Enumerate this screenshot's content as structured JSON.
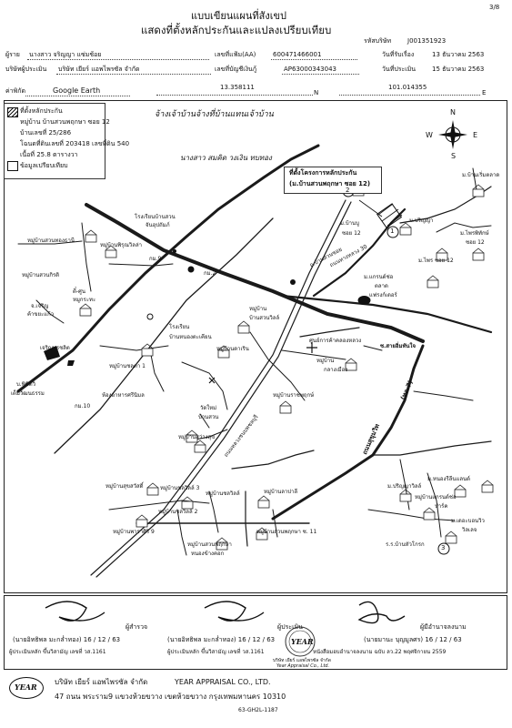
{
  "header": {
    "page_no": "3/8",
    "title_line1": "แบบเขียนแผนที่สังเขป",
    "title_line2": "แสดงที่ตั้งหลักประกันและแปลงเปรียบเทียบ",
    "company_code_label": "รหัสบริษัท",
    "company_code": "J001351923",
    "borrower_label": "ผู้ราย",
    "borrower": "นางสาว จริญญา แซ่มช้อย",
    "file_no_label": "เลขที่แฟ้ม(AA)",
    "file_no": "600471466001",
    "receive_date_label": "วันที่รับเรื่อง",
    "receive_date": "13 ธันวาคม 2563",
    "appraiser_label": "บริษัทผู้ประเมิน",
    "appraiser": "บริษัท เยียร์ แอพไพรซัล จำกัด",
    "account_no_label": "เลขที่บัญชีเงินกู้",
    "account_no": "AP63000343043",
    "appraise_date_label": "วันที่ประเมิน",
    "appraise_date": "15 ธันวาคม 2563"
  },
  "coords": {
    "source_prefix": "ค่าพิกัด",
    "source": "Google Earth",
    "lat": "13.358111",
    "lat_dir": "N",
    "lon": "101.014355",
    "lon_dir": "E"
  },
  "legend": {
    "collateral_label": "ที่ตั้งหลักประกัน",
    "village": "หมู่บ้าน บ้านสวนพฤกษา ซอย 12",
    "house_no": "บ้านเลขที่ 25/286",
    "deed": "โฉนดที่ดินเลขที่ 203418 เลขที่ดิน 540",
    "area": "เนื้อที่ 25.8 ตารางวา",
    "compare_label": "ข้อมูลเปรียบเทียบ"
  },
  "map": {
    "handwritten_note": "จ้างเจ้าบ้านจ้างที่บ้านแทนเจ้าบ้าน",
    "handwritten_owner": "นางสาว สมคิด วงเงิน  ทบทอง",
    "callout_line1": "ที่ตั้งโครงการหลักประกัน",
    "callout_line2": "(ม.บ้านสวนพฤกษา ซอย 12)",
    "labels": {
      "school": "โรงเรียนบ้านสวน",
      "school2": "จันอุปถัมภ์",
      "km9": "กม.9",
      "km2": "กม.2",
      "v_suanthong": "หมู่บ้านสวนทองธานี",
      "v_phirun": "หมู่บ้านพิรุณวิลล่า",
      "v_suankiri": "หมู่บ้านสวนกิรติ",
      "school_bansuan": "โรงเรียน",
      "school_bansuan2": "บ้านหนองตะเคียน",
      "v_baansuan": "หมู่บ้าน",
      "v_baansuan2": "บ้านสวนวิลล์",
      "v_kaew": "หมู่บ้านดาเริน",
      "v_saitip": "หมู่บ้านสวนพีร์",
      "saturday_market": "ศูนย์การค้าคลองหลวง",
      "v_rattana": "หมู่บ้านรัตนวิลล์",
      "v_kaewsuk": "หมู่บ้าน",
      "v_kaewsuk2": "กลางเมือง",
      "temple": "วัดใหม่",
      "temple2": "บ้านสวน",
      "v_sawangsuk": "หมู่บ้านสว่างสุข",
      "v_cholvilai": "หมู่บ้านชลวิลไล",
      "v_chonlada": "หมู่บ้านชลดา 1",
      "restaurant": "ห้องอาหารศรีนิมล",
      "ban_pitsanu": "บ.พิชิตวิ",
      "ban_pitsanu2": "เต็มวัฒนธรรม",
      "km10": "กม.10",
      "market_pritsana": "เจริญพรชลิต",
      "jcharoen": "จ.เจริญ",
      "jcharoen2": "ค้าขยะแก้ว",
      "somboon": "ตี๋-ศูน",
      "somboon2": "หมูกระทะ",
      "ban_chaimongkol": "บ้านชัยมงคล",
      "ban_puttachat": "ม.ปริญญา",
      "ban_paichet": "ม.ไพรพิทักษ์",
      "soi12": "ซอย 12",
      "v_pruksa": "ม.บ้านบู",
      "v_pruksa_num": "ซอย 12",
      "ban_phai": "ม.ไพร ซอย 12",
      "market_cheap": "ตลาด",
      "market_cheap2": "แฟรงก์เดอร์",
      "ban_ratchapruk": "ม.แกรนด์ช่อ",
      "road_sukhumvit": "ถ.บ้านสวนซอย",
      "road_sai": "ถนนทางหลวง 30",
      "sai_ichthai": "ซ.สายอิ่มทันใจ",
      "road_main": "ถนนสุขุมวิท",
      "road_main_no": "(ทล.7)",
      "road_local": "ถนนหลวงชนบทชลบุรี",
      "v_rachapruk": "หมู่บ้านราชพฤกษ์",
      "v_suksawat": "หมู่บ้านสุขสวัสดิ์",
      "v_chonlada3": "หมู่บ้านชลวิลล์ 3",
      "v_chonlada_b": "หมู่บ้านชลวิลล์",
      "v_palapadee": "หมู่บ้านลาปาลี",
      "v_maneesri": "หมู่บ้านพาราศิริ 9",
      "v_suanpruksa11": "หมู่บ้านสวนพฤกษา ซ. 11",
      "v_suanpruksa_b": "หมู่บ้านสวนพฤกษา",
      "v_suanpruksa_b2": "หนองข้างคอก",
      "v_chonlada2": "หมู่บ้านชลวิลล์ 2",
      "ban_homeland": "ม.หนองรีลีนแลนด์",
      "ban_prinyawill": "ม.ปริญญาวิลล์",
      "v_grand_park": "หมู่บ้านแกรนด์ช่อ",
      "v_grand_park2": "ปาร์ค",
      "ban_bonvilla": "ม.เดอะบอนวิว",
      "ban_bonvilla2": "วิลเลจ",
      "ban_chaipruek": "ร.ร.บ้านหัวโกรก",
      "ban_baengsuan": "ม.บ้านเริ่มตลาด",
      "num1": "1",
      "num2": "2",
      "num3": "3"
    }
  },
  "compass": {
    "n": "N",
    "s": "S",
    "e": "E",
    "w": "W"
  },
  "signatures": {
    "drawer_label": "ผู้สำรวจ",
    "drawer_name": "(นายอิทธิพล มะกล่ำทอง) 16 / 12 / 63",
    "drawer_pos": "ผู้ประเมินหลัก ขึ้นวิสามัญ เลขที่ วส.1161",
    "reviewer_label": "ผู้ประเมิน",
    "reviewer_name": "(นายอิทธิพล มะกล่ำทอง) 16 / 12 / 63",
    "reviewer_pos": "ผู้ประเมินหลัก ขึ้นวิสามัญ เลขที่ วส.1161",
    "authority_label": "ผู้มีอำนาจลงนาม",
    "authority_name": "(นายมานะ บุญมูลศร) 16 / 12 / 63",
    "authority_pos": "หนังสือมอบอำนาจลงนาม ฉบับ ลว.22 พฤศจิกายน 2559"
  },
  "stamp": {
    "text": "YEAR",
    "caption1": "บริษัท เยียร์ แอพไพรซัล จำกัด",
    "caption2": "Year Appraisal Co., Ltd."
  },
  "footer": {
    "company_th": "บริษัท เยียร์ แอพไพรซัล จำกัด",
    "company_en": "YEAR APPRAISAL CO., LTD.",
    "address": "47 ถนน พระราม9 แขวงห้วยขวาง เขตห้วยขวาง กรุงเทพมหานคร 10310",
    "form_code": "63-GH2L-1187",
    "logo_text": "YEAR"
  },
  "colors": {
    "ink": "#111111",
    "road": "#222222",
    "background": "#ffffff"
  }
}
